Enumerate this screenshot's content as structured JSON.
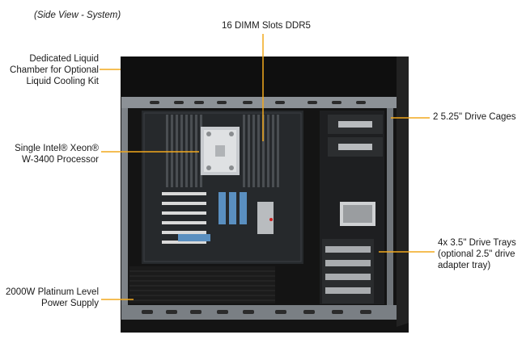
{
  "caption": "(Side View - System)",
  "callouts": {
    "dimm": "16 DIMM Slots DDR5",
    "liquid": [
      "Dedicated Liquid",
      "Chamber for Optional",
      "Liquid Cooling Kit"
    ],
    "cpu_line1": "Single Intel® Xeon®",
    "cpu_line2": "W-3400 Processor",
    "psu": [
      "2000W Platinum Level",
      "Power Supply"
    ],
    "drive_cages": "2 5.25\" Drive Cages",
    "drive_trays": [
      "4x 3.5\" Drive Trays",
      "(optional 2.5\" drive",
      "adapter tray)"
    ]
  },
  "colors": {
    "callout_line": "#f2a81d",
    "chassis_dark": "#151515",
    "chassis_frame": "#8a8f94",
    "board": "#2a2d30",
    "heatsink": "#c9ccd0",
    "m2_blue": "#5a8fc0",
    "dimm": "#3a3d40"
  }
}
